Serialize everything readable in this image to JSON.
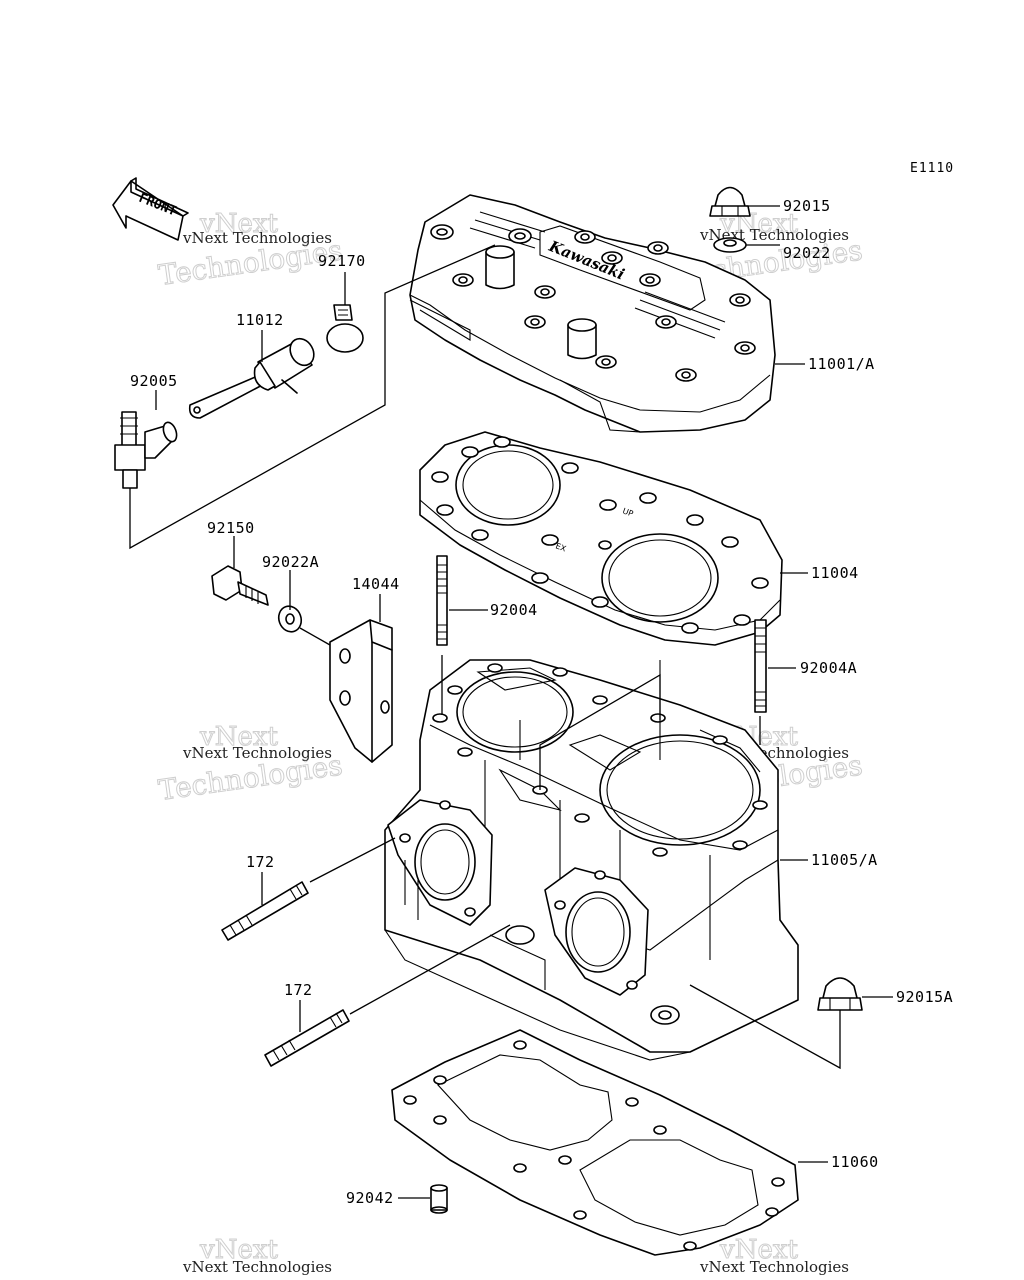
{
  "diagram_code": "E1110",
  "front_label": "FRONT",
  "cast_markings": {
    "brand": "Kawasaki",
    "up": "UP",
    "ex": "EX"
  },
  "parts": {
    "p92015": "92015",
    "p92022": "92022",
    "p92170": "92170",
    "p11012": "11012",
    "p92005": "92005",
    "p11001A": "11001/A",
    "p92150": "92150",
    "p92022A": "92022A",
    "p14044": "14044",
    "p92004": "92004",
    "p11004": "11004",
    "p92004A": "92004A",
    "p11005A": "11005/A",
    "p172a": "172",
    "p172b": "172",
    "p92015A": "92015A",
    "p11060": "11060",
    "p92042": "92042"
  },
  "watermark": {
    "line1": "vNext",
    "line2": "Technologies",
    "caption": "vNext Technologies"
  }
}
